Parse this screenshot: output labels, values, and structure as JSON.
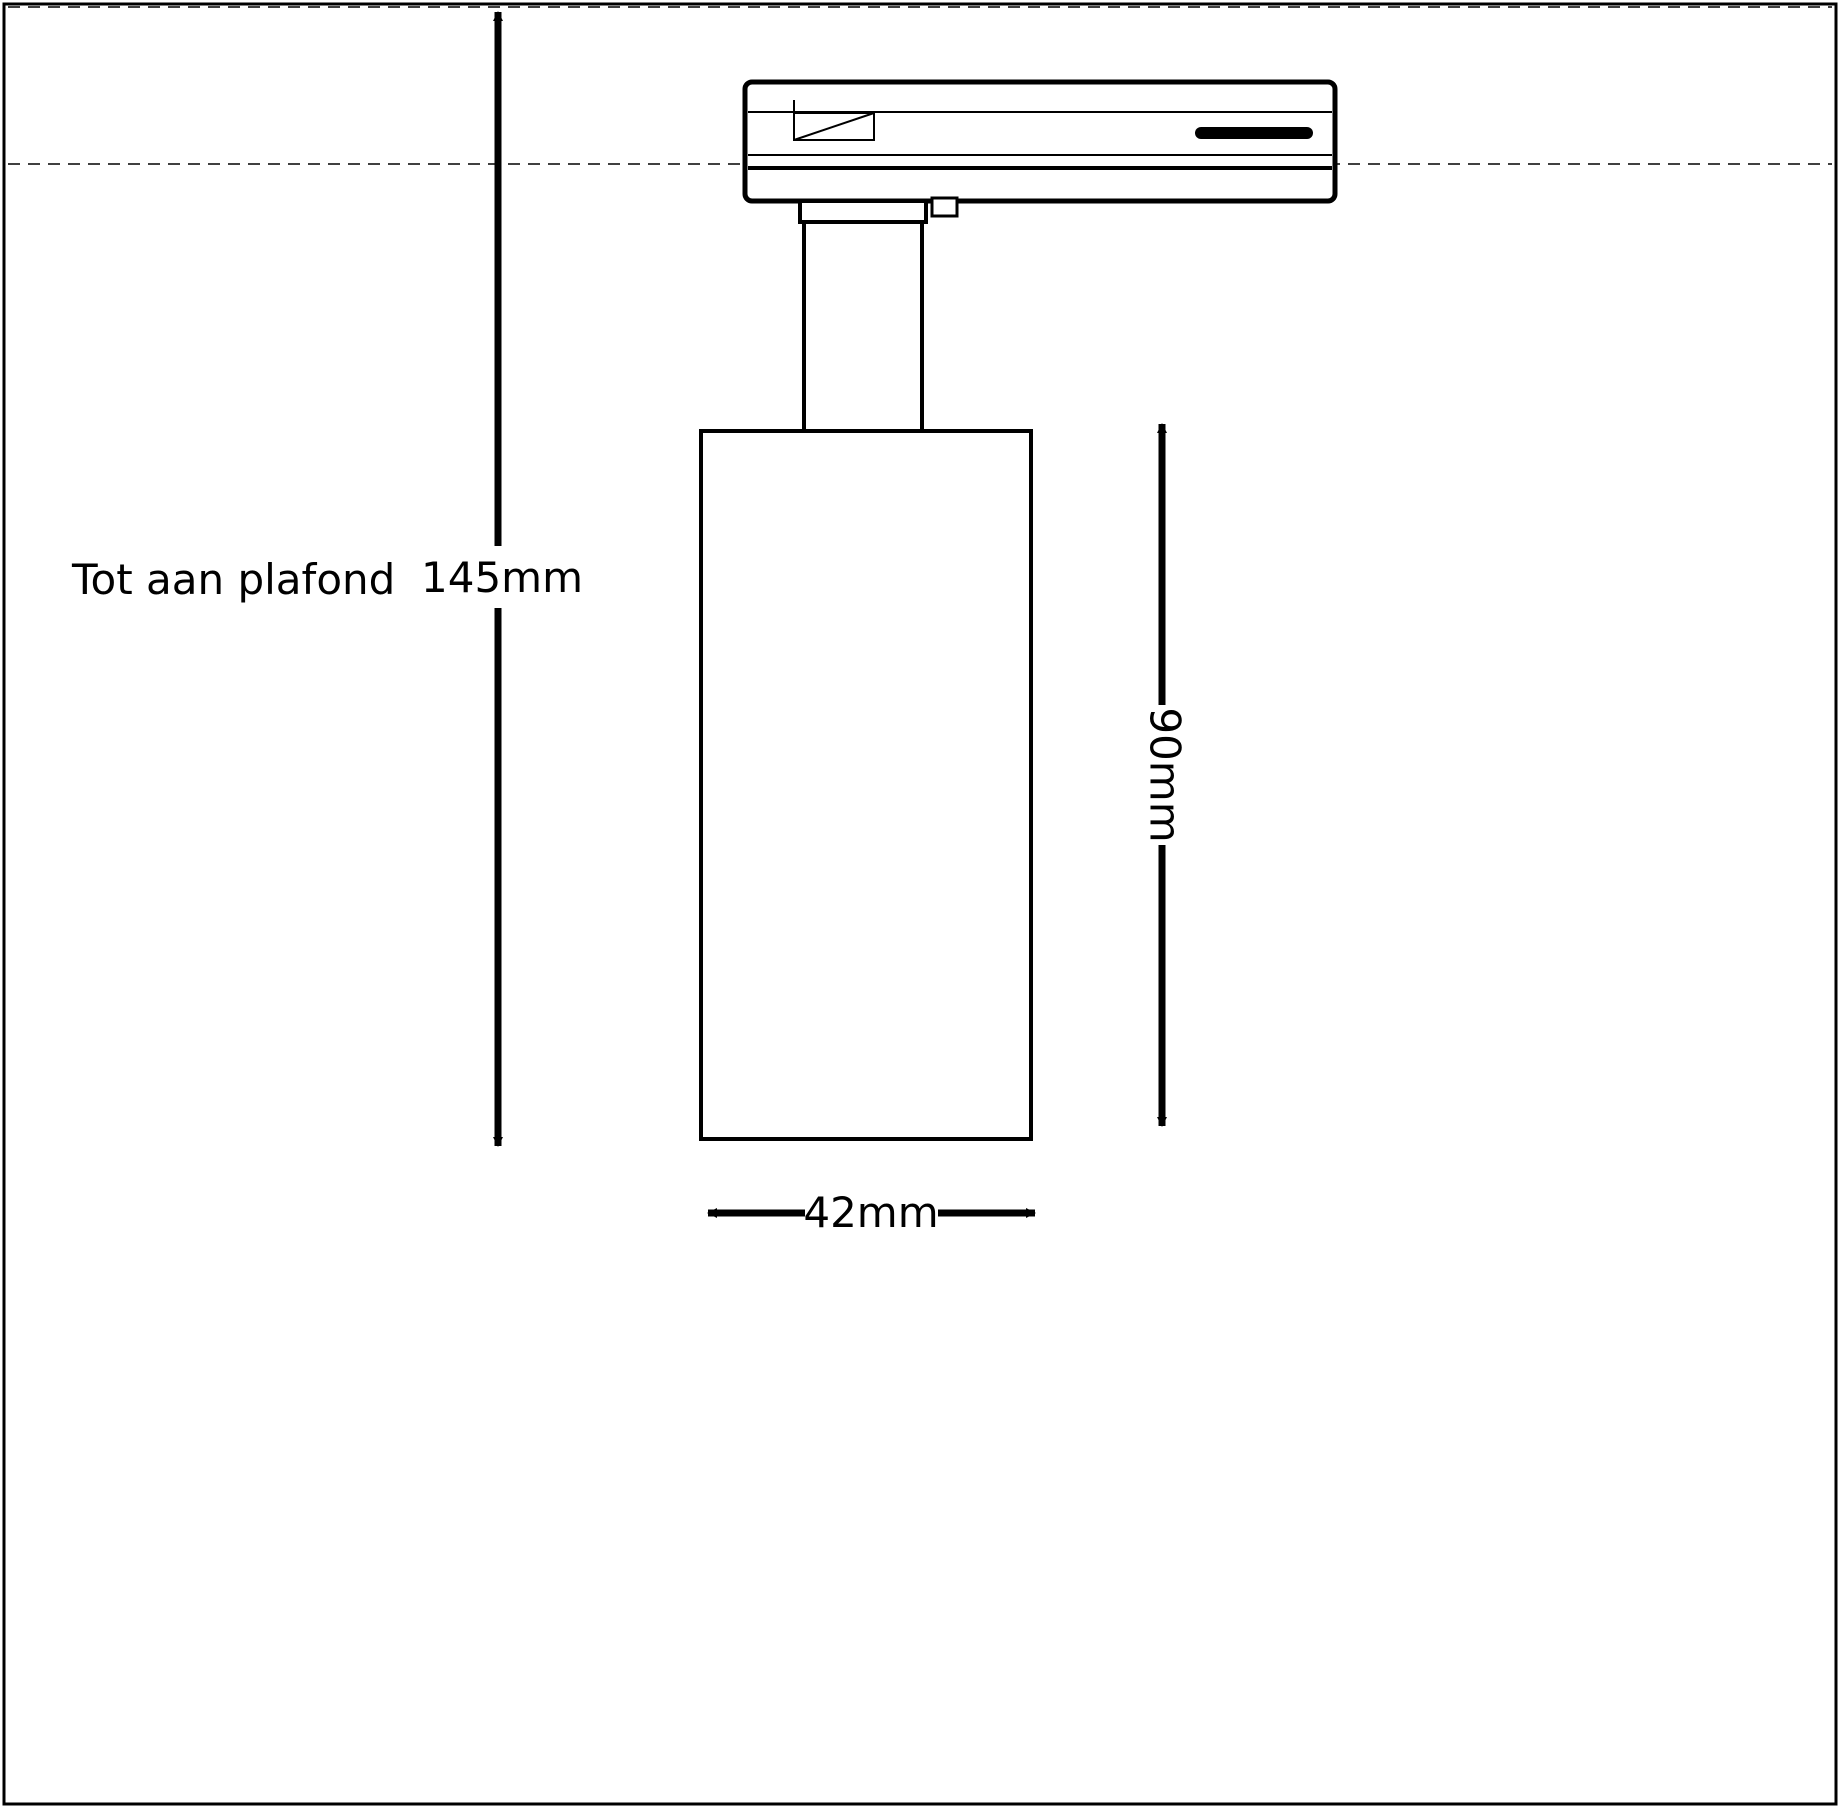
{
  "labels": {
    "ceiling_label": "Tot aan plafond",
    "total_height": "145mm",
    "head_height": "90mm",
    "head_width": "42mm"
  },
  "colors": {
    "stroke": "#000000",
    "background": "#ffffff"
  }
}
